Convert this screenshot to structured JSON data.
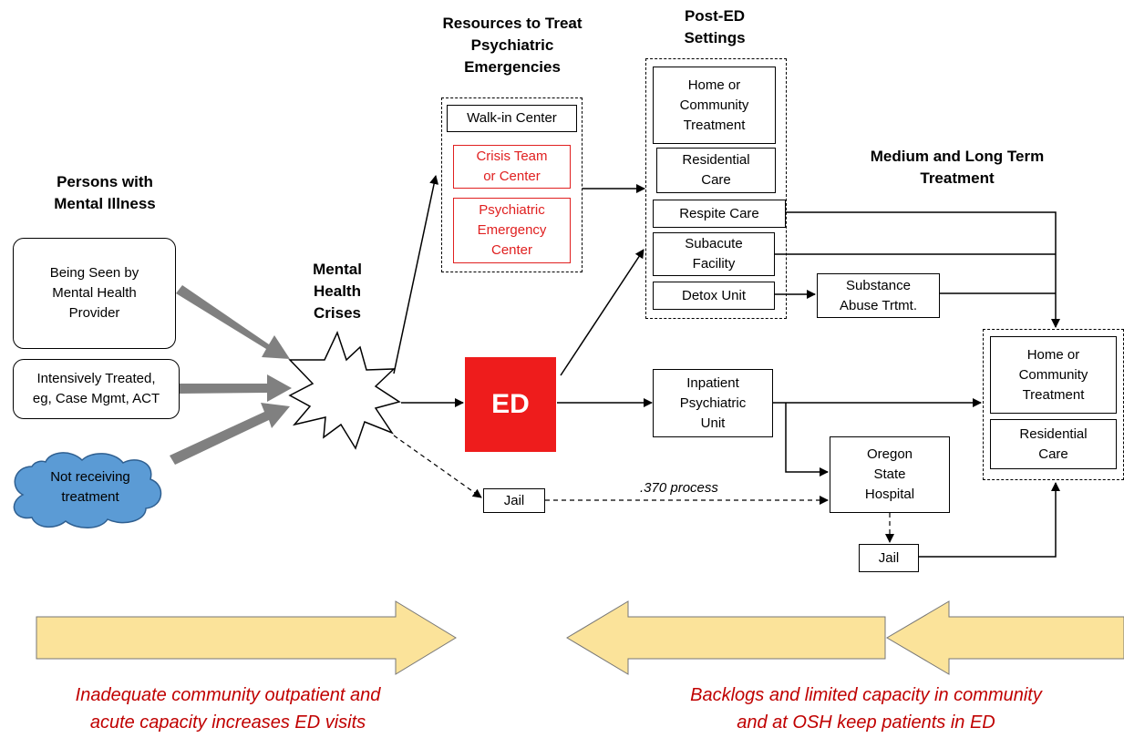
{
  "headings": {
    "persons": "Persons with\nMental Illness",
    "crises": "Mental\nHealth\nCrises",
    "resources": "Resources to Treat\nPsychiatric\nEmergencies",
    "post_ed": "Post-ED\nSettings",
    "medium_long": "Medium and Long Term\nTreatment"
  },
  "persons": {
    "being_seen": "Being Seen by\nMental Health\nProvider",
    "intensively_treated": "Intensively Treated,\neg, Case Mgmt, ACT",
    "not_receiving": "Not receiving\ntreatment"
  },
  "resources": {
    "walk_in": "Walk-in Center",
    "crisis_team": "Crisis Team\nor Center",
    "psych_emergency": "Psychiatric\nEmergency\nCenter"
  },
  "ed_label": "ED",
  "post_ed": {
    "home_community": "Home or\nCommunity\nTreatment",
    "residential": "Residential\nCare",
    "respite": "Respite Care",
    "subacute": "Subacute\nFacility",
    "detox": "Detox Unit"
  },
  "substance_abuse": "Substance\nAbuse Trtmt.",
  "inpatient": "Inpatient\nPsychiatric\nUnit",
  "oregon_state": "Oregon\nState\nHospital",
  "jail_1": "Jail",
  "jail_2": "Jail",
  "process_label": ".370 process",
  "medium_long": {
    "home_community": "Home or\nCommunity\nTreatment",
    "residential": "Residential\nCare"
  },
  "captions": {
    "left": "Inadequate community outpatient and\nacute capacity increases ED visits",
    "right": "Backlogs and limited capacity in community\nand at OSH keep patients in ED"
  },
  "colors": {
    "ed_red": "#ee1c1c",
    "crisis_red": "#e02020",
    "caption_red": "#c00000",
    "cloud_blue": "#5b9bd5",
    "arrow_yellow": "#fbe39a",
    "arrow_gray": "#808080"
  }
}
